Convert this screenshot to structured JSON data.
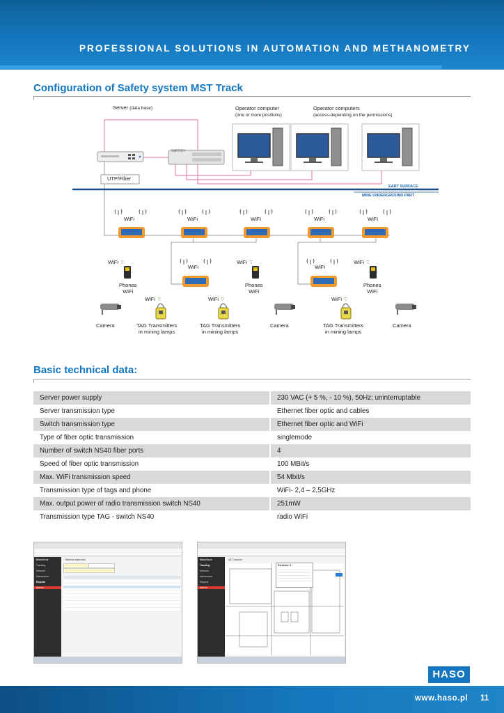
{
  "header": {
    "title": "PROFESSIONAL SOLUTIONS IN AUTOMATION AND METHANOMETRY"
  },
  "section1": {
    "title": "Configuration of Safety system MST Track"
  },
  "diagram": {
    "server_label": "Server",
    "server_sub": "(data base)",
    "operator_title": "Operator computer",
    "operator_sub": "(one or more positions)",
    "operators_title": "Operator computers",
    "operators_sub": "(access-depending on the permissions)",
    "switch_label": "SWITCH",
    "uplink_label": "UTP/Fiber",
    "surface_label": "EART SURFACE",
    "underground_label": "MINE UNDERGROUND PART",
    "wifi": "WiFi",
    "phones_label": "Phones",
    "camera_label": "Camera",
    "tag_line1": "TAG Transmitters",
    "tag_line2": "in mining lamps",
    "accent_color": "#1576c0",
    "router_color": "#f29a2e",
    "tag_color": "#e6d84a"
  },
  "section2": {
    "title": "Basic technical data:"
  },
  "specs": [
    {
      "label": "Server power supply",
      "value": "230 VAC (+ 5 %, - 10 %), 50Hz; uninterruptable"
    },
    {
      "label": "Server transmission type",
      "value": "Ethernet fiber optic and cables"
    },
    {
      "label": "Switch transmission type",
      "value": "Ethernet fiber optic and WiFi"
    },
    {
      "label": "Type of fiber optic transmission",
      "value": "singlemode"
    },
    {
      "label": "Number of switch NS40 fiber ports",
      "value": "4"
    },
    {
      "label": "Speed of fiber optic transmission",
      "value": "100 MBit/s"
    },
    {
      "label": "Max. WiFi transmission speed",
      "value": "54 Mbit/s"
    },
    {
      "label": "Transmission type of tags and phone",
      "value": "WiFi- 2,4 – 2,5GHz"
    },
    {
      "label": "Max. output power of radio transmission switch NS40",
      "value": "251mW"
    },
    {
      "label": "Transmission type TAG - switch NS40",
      "value": "radio WiFi"
    }
  ],
  "screenshot1": {
    "app_name": "MinerDesk",
    "panel_title": "Historia alarmów",
    "menu": [
      "Tracking",
      "Network",
      "Hardcontrol",
      "Reports",
      "Alarms"
    ]
  },
  "screenshot2": {
    "app_name": "MinerDesk",
    "panel_title": "All Tracked",
    "popup_title": "Personel: 4",
    "menu": [
      "Tracking",
      "Network",
      "Hardcontrol",
      "Reports",
      "Alarms"
    ]
  },
  "footer": {
    "url": "www.haso.pl",
    "page": "11",
    "logo": "HASO"
  }
}
